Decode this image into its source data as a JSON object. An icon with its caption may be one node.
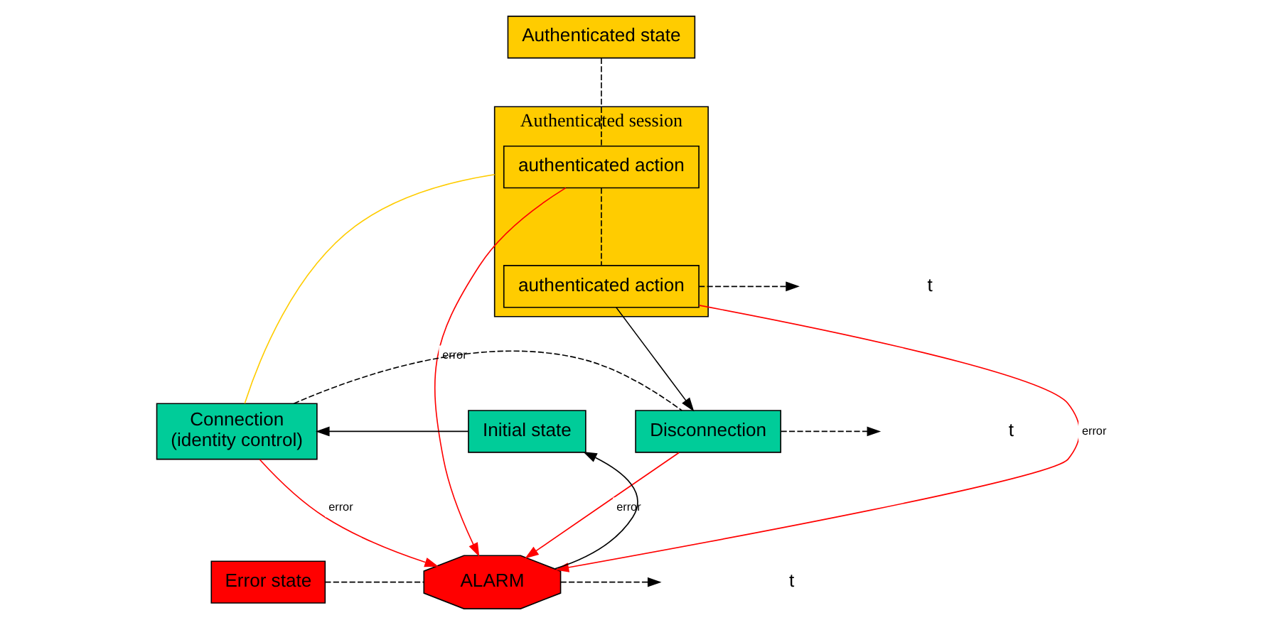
{
  "diagram": {
    "nodes": [
      {
        "text": [
          "Authenticated state"
        ]
      },
      {
        "text": [
          "Authenticated session"
        ]
      },
      {
        "text": [
          "authenticated action"
        ],
        "in": 1
      },
      {
        "text": [
          "authenticated action"
        ],
        "in": 1
      },
      {
        "text": [
          "Initial state"
        ]
      },
      {
        "text": [
          "Connection",
          "(identity control)"
        ]
      },
      {
        "text": [
          "Disconnection"
        ]
      },
      {
        "text": [
          "Error state"
        ]
      },
      {
        "text": [
          "ALARM"
        ]
      }
    ],
    "edges": [
      {
        "from": 0,
        "to": 2,
        "arrow": "none",
        "style": "dashed"
      },
      {
        "from": 2,
        "to": 3,
        "arrow": "none",
        "style": "dashed"
      },
      {
        "from": 3,
        "to": null,
        "arrow": "to",
        "style": "dashed"
      },
      {
        "from": 1,
        "to": 5,
        "arrow": "none",
        "color": "#ffcc00"
      },
      {
        "from": 2,
        "to": 8,
        "arrow": "to",
        "label": "error",
        "color": "#ff0000"
      },
      {
        "from": 3,
        "to": 8,
        "arrow": "to",
        "label": "error",
        "color": "#ff0000"
      },
      {
        "from": 3,
        "to": 6,
        "arrow": "to"
      },
      {
        "from": 4,
        "to": 5,
        "arrow": "to"
      },
      {
        "from": 5,
        "to": 6,
        "arrow": "none",
        "style": "dashed"
      },
      {
        "from": 6,
        "to": null,
        "arrow": "to",
        "style": "dashed"
      },
      {
        "from": 5,
        "to": 8,
        "arrow": "to",
        "label": "error",
        "color": "#ff0000"
      },
      {
        "from": 6,
        "to": 8,
        "arrow": "to",
        "label": "error",
        "color": "#ff0000"
      },
      {
        "from": 8,
        "to": 4,
        "arrow": "to"
      },
      {
        "from": 7,
        "to": 8,
        "arrow": "none",
        "style": "dashed"
      },
      {
        "from": 8,
        "to": null,
        "arrow": "to",
        "style": "dashed"
      }
    ],
    "labels": [
      "t",
      "t",
      "t"
    ]
  }
}
